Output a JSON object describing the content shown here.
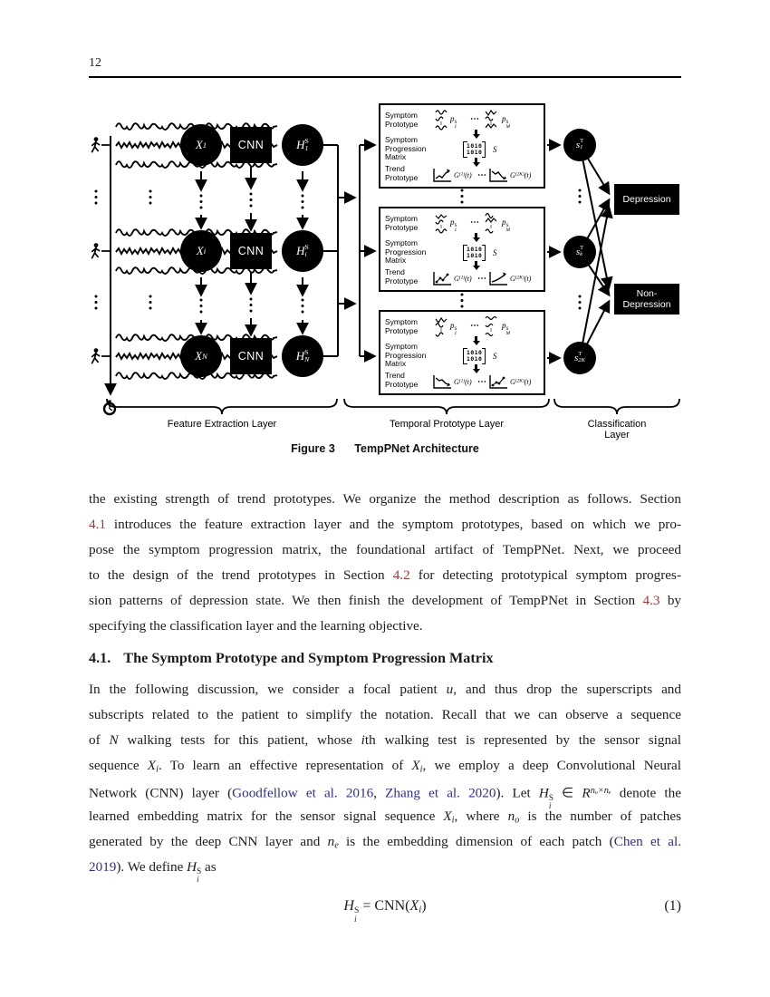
{
  "colors": {
    "link_red": "#9e3a38",
    "link_blue": "#30308f",
    "ink": "#000000"
  },
  "page": {
    "number": "12"
  },
  "figure": {
    "caption": {
      "label": "Figure 3",
      "title": "TempPNet Architecture"
    },
    "layer_labels": [
      "Feature Extraction Layer",
      "Temporal Prototype Layer",
      "Classification Layer"
    ],
    "cnn_label": "CNN",
    "x_nodes": [
      [
        {
          "t": "X",
          "s": "i"
        },
        {
          "t": "1",
          "s": "sub"
        }
      ],
      [
        {
          "t": "X",
          "s": "i"
        },
        {
          "t": "i",
          "s": "sub i"
        }
      ],
      [
        {
          "t": "X",
          "s": "i"
        },
        {
          "t": "N",
          "s": "sub i"
        }
      ]
    ],
    "h_nodes": [
      [
        {
          "t": "H",
          "s": "i"
        },
        {
          "t": "S,1",
          "s": "stack"
        }
      ],
      [
        {
          "t": "H",
          "s": "i"
        },
        {
          "t": "S,i",
          "s": "stack"
        }
      ],
      [
        {
          "t": "H",
          "s": "i"
        },
        {
          "t": "S,N",
          "s": "stack"
        }
      ]
    ],
    "s_nodes": [
      [
        {
          "t": "s",
          "s": "i"
        },
        {
          "t": "T,1",
          "s": "stack"
        }
      ],
      [
        {
          "t": "s",
          "s": "i"
        },
        {
          "t": "T,k",
          "s": "stack"
        }
      ],
      [
        {
          "t": "s",
          "s": "i"
        },
        {
          "t": "T,2K",
          "s": "stack"
        }
      ]
    ],
    "outputs": {
      "depression": [
        "Depression"
      ],
      "non_depression": [
        "Non-",
        "Depression"
      ]
    },
    "proto": {
      "row_labels": [
        [
          "Symptom",
          "Prototype"
        ],
        [
          "Symptom",
          "Progression",
          "Matrix"
        ],
        [
          "Trend",
          "Prototype"
        ]
      ],
      "p_first": [
        {
          "t": "p",
          "s": "i"
        },
        {
          "t": "S,1",
          "s": "stack"
        }
      ],
      "p_last": [
        {
          "t": "p",
          "s": "i"
        },
        {
          "t": "S,M",
          "s": "stack"
        }
      ],
      "cdots": "⋯",
      "matrix_rows": [
        "1010",
        "1010"
      ],
      "matrix_symbol": [
        {
          "t": "S",
          "s": "i"
        }
      ],
      "g_first": [
        {
          "t": "G",
          "s": "i"
        },
        {
          "t": "(1)",
          "s": "sup"
        },
        {
          "t": "("
        },
        {
          "t": "t",
          "s": "i"
        },
        {
          "t": ")"
        }
      ],
      "g_last": [
        {
          "t": "G",
          "s": "i"
        },
        {
          "t": "(2K)",
          "s": "sup"
        },
        {
          "t": "("
        },
        {
          "t": "t",
          "s": "i"
        },
        {
          "t": ")"
        }
      ]
    }
  },
  "content": {
    "p1": [
      [
        {
          "t": "the existing strength of trend prototypes. We organize the method description as follows. Section"
        }
      ],
      [
        {
          "t": "4.1",
          "s": "r"
        },
        {
          "t": " introduces the feature extraction layer and the symptom prototypes, based on which we pro-"
        }
      ],
      [
        {
          "t": "pose the symptom progression matrix, the foundational artifact of TempPNet. Next, we proceed"
        }
      ],
      [
        {
          "t": "to the design of the trend prototypes in Section "
        },
        {
          "t": "4.2",
          "s": "r"
        },
        {
          "t": " for detecting prototypical symptom progres-"
        }
      ],
      [
        {
          "t": "sion patterns of depression state. We then finish the development of TempPNet in Section "
        },
        {
          "t": "4.3",
          "s": "r"
        },
        {
          "t": " by"
        }
      ],
      [
        {
          "t": "specifying the classification layer and the learning objective."
        }
      ]
    ],
    "heading": [
      {
        "t": "4.1.",
        "s": "bold gap"
      },
      {
        "t": "The Symptom Prototype and Symptom Progression Matrix",
        "s": "bold"
      }
    ],
    "p2": [
      [
        {
          "t": "In the following discussion, we consider a focal patient "
        },
        {
          "t": "u",
          "s": "i"
        },
        {
          "t": ", and thus drop the superscripts and"
        }
      ],
      [
        {
          "t": "subscripts related to the patient to simplify the notation. Recall that we can observe a sequence"
        }
      ],
      [
        {
          "t": "of "
        },
        {
          "t": "N",
          "s": "i"
        },
        {
          "t": " walking tests for this patient, whose "
        },
        {
          "t": "i",
          "s": "i"
        },
        {
          "t": "th walking test is represented by the sensor signal"
        }
      ],
      [
        {
          "t": "sequence "
        },
        {
          "t": "X",
          "s": "i"
        },
        {
          "t": "i",
          "s": "sub i"
        },
        {
          "t": ". To learn an effective representation of "
        },
        {
          "t": "X",
          "s": "i"
        },
        {
          "t": "i",
          "s": "sub i"
        },
        {
          "t": ", we employ a deep Convolutional Neural"
        }
      ],
      [
        {
          "t": "Network (CNN) layer ("
        },
        {
          "t": "Goodfellow et al. 2016",
          "s": "b"
        },
        {
          "t": ", "
        },
        {
          "t": "Zhang et al. 2020",
          "s": "b"
        },
        {
          "t": "). Let "
        },
        {
          "t": "H",
          "s": "i"
        },
        {
          "t": "S,i",
          "s": "stack"
        },
        {
          "t": " ∈ "
        },
        {
          "t": "R",
          "s": "i"
        },
        {
          "t": "nₒ×nₑ",
          "s": "sup i"
        },
        {
          "t": " denote the"
        }
      ],
      [
        {
          "t": "learned embedding matrix for the sensor signal sequence "
        },
        {
          "t": "X",
          "s": "i"
        },
        {
          "t": "i",
          "s": "sub i"
        },
        {
          "t": ", where "
        },
        {
          "t": "n",
          "s": "i"
        },
        {
          "t": "o",
          "s": "sub i"
        },
        {
          "t": " is the number of patches"
        }
      ],
      [
        {
          "t": "generated by the deep CNN layer and "
        },
        {
          "t": "n",
          "s": "i"
        },
        {
          "t": "e",
          "s": "sub i"
        },
        {
          "t": " is the embedding dimension of each patch ("
        },
        {
          "t": "Chen et al.",
          "s": "b"
        }
      ],
      [
        {
          "t": "2019",
          "s": "b"
        },
        {
          "t": "). We define "
        },
        {
          "t": "H",
          "s": "i"
        },
        {
          "t": "S,i",
          "s": "stack"
        },
        {
          "t": " as"
        }
      ]
    ],
    "equation": {
      "segments": [
        {
          "t": "H",
          "s": "i"
        },
        {
          "t": "S,i",
          "s": "stack"
        },
        {
          "t": " = CNN("
        },
        {
          "t": "X",
          "s": "i"
        },
        {
          "t": "i",
          "s": "sub i"
        },
        {
          "t": ")"
        }
      ],
      "number": "(1)"
    }
  }
}
